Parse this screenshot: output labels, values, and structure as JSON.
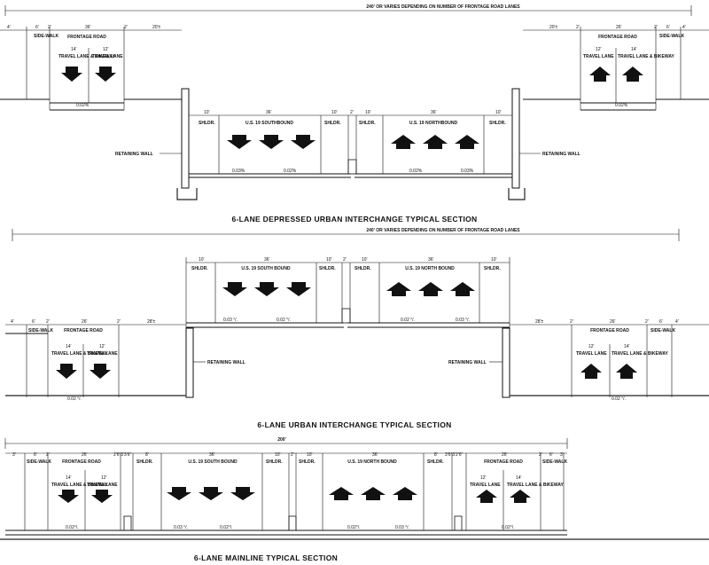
{
  "colors": {
    "ink": "#111111",
    "paper": "#ffffff"
  },
  "icons": {
    "arrow_down": "arrow-down-icon",
    "arrow_up": "arrow-up-icon"
  },
  "sections": [
    {
      "title": "6-LANE  DEPRESSED URBAN INTERCHANGE TYPICAL SECTION",
      "overall": "240' OR VARIES DEPENDING ON NUMBER OF FRONTAGE ROAD LANES",
      "left_frontage": {
        "label": "FRONTAGE ROAD",
        "dim": "36'",
        "sidewalk": "SIDE-WALK",
        "lane1": "TRAVEL LANE & BIKEWAY",
        "lane1_dim": "14'",
        "lane2": "TRAVEL LANE",
        "lane2_dim": "12'",
        "slope": "0.02%",
        "edge_dims": [
          "4'",
          "6'",
          "2'",
          "2'",
          "20'±"
        ]
      },
      "right_frontage": {
        "label": "FRONTAGE ROAD",
        "dim": "26'",
        "sidewalk": "SIDE-WALK",
        "lane1": "TRAVEL LANE",
        "lane1_dim": "12'",
        "lane2": "TRAVEL LANE & BIKEWAY",
        "lane2_dim": "14'",
        "slope": "0.02%",
        "edge_dims": [
          "20'±",
          "2'",
          "2'",
          "6'",
          "4'"
        ]
      },
      "mainline": {
        "sb_label": "U.S. 19 SOUTHBOUND",
        "sb_dim": "36'",
        "nb_label": "U.S. 19 NORTHBOUND",
        "nb_dim": "36'",
        "shldr": "SHLDR.",
        "shldr_dim": "10'",
        "barrier_dim": "2'",
        "slopes": [
          "0.03%",
          "0.02%",
          "0.02%",
          "0.03%"
        ]
      },
      "retaining_wall": "RETAINING WALL"
    },
    {
      "title": "6-LANE URBAN INTERCHANGE TYPICAL SECTION",
      "overall": "240' OR VARIES DEPENDING ON NUMBER OF FRONTAGE ROAD LANES",
      "left_frontage": {
        "label": "FRONTAGE ROAD",
        "dim": "26'",
        "sidewalk": "SIDE-WALK",
        "lane1": "TRAVEL LANE & BIKEWAY",
        "lane1_dim": "14'",
        "lane2": "TRAVEL LANE",
        "lane2_dim": "12'",
        "slope": "0.02 °/.",
        "edge_dims": [
          "4'",
          "6'",
          "2'",
          "2'",
          "28'±"
        ]
      },
      "right_frontage": {
        "label": "FRONTAGE ROAD",
        "dim": "26'",
        "sidewalk": "SIDE-WALK",
        "lane1": "TRAVEL LANE",
        "lane1_dim": "12'",
        "lane2": "TRAVEL LANE & BIKEWAY",
        "lane2_dim": "14'",
        "slope": "0.02 °/.",
        "edge_dims": [
          "28'±",
          "2'",
          "2'",
          "6'",
          "4'"
        ]
      },
      "mainline": {
        "sb_label": "U.S. 19 SOUTH BOUND",
        "sb_dim": "36'",
        "nb_label": "U.S. 19 NORTH BOUND",
        "nb_dim": "36'",
        "shldr": "SHLDR.",
        "shldr_dim": "10'",
        "barrier_dim": "2'",
        "slopes": [
          "0.03 °/.",
          "0.02 °/.",
          "0.02 °/.",
          "0.03 °/."
        ]
      },
      "retaining_wall": "RETAINING WALL"
    },
    {
      "title": "6-LANE MAINLINE TYPICAL SECTION",
      "overall": "200'",
      "left_frontage": {
        "label": "FRONTAGE ROAD",
        "dim": "26'",
        "sidewalk": "SIDE-WALK",
        "lane1": "TRAVEL LANE & BIKEWAY",
        "lane1_dim": "14'",
        "lane2": "TRAVEL LANE",
        "lane2_dim": "12'",
        "slope": "0.02°/.",
        "edge_dims": [
          "3'",
          "6'",
          "2'",
          "2'6\"3'3'6\"",
          "8'"
        ]
      },
      "right_frontage": {
        "label": "FRONTAGE ROAD",
        "dim": "26'",
        "sidewalk": "SIDE-WALK",
        "lane1": "TRAVEL LANE",
        "lane1_dim": "12'",
        "lane2": "TRAVEL LANE & BIKEWAY",
        "lane2_dim": "14'",
        "slope": "0.02°/.",
        "edge_dims": [
          "8'",
          "3'6\"3'2'6\"",
          "2'",
          "6'",
          "3'"
        ]
      },
      "mainline": {
        "sb_label": "U.S. 19 SOUTH BOUND",
        "sb_dim": "36'",
        "nb_label": "U.S. 19 NORTH BOUND",
        "nb_dim": "36'",
        "shldr": "SHLDR.",
        "shldr_dim": "10'",
        "barrier_dim": "2'",
        "slopes": [
          "0.03 °/.",
          "0.02°/.",
          "0.02°/.",
          "0.03 °/."
        ]
      }
    }
  ]
}
